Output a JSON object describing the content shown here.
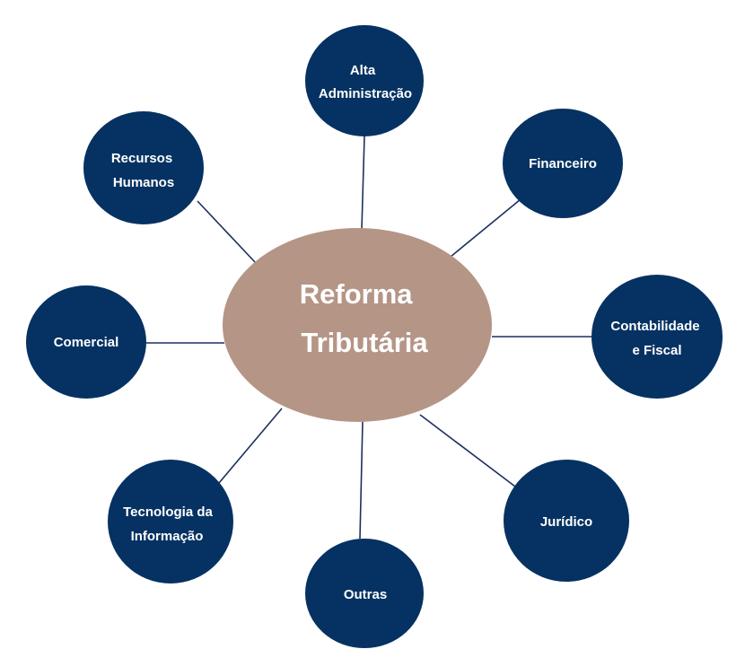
{
  "center": {
    "lines": [
      "Reforma",
      "Tributária"
    ]
  },
  "nodes": [
    {
      "id": "alta-administracao",
      "lines": [
        "Alta",
        "Administração"
      ]
    },
    {
      "id": "financeiro",
      "lines": [
        "Financeiro"
      ]
    },
    {
      "id": "contabilidade-fiscal",
      "lines": [
        "Contabilidade",
        "e Fiscal"
      ]
    },
    {
      "id": "juridico",
      "lines": [
        "Jurídico"
      ]
    },
    {
      "id": "outras",
      "lines": [
        "Outras"
      ]
    },
    {
      "id": "tecnologia-informacao",
      "lines": [
        "Tecnologia da",
        "Informação"
      ]
    },
    {
      "id": "comercial",
      "lines": [
        "Comercial"
      ]
    },
    {
      "id": "recursos-humanos",
      "lines": [
        "Recursos",
        "Humanos"
      ]
    }
  ],
  "colors": {
    "node": "#053262",
    "center": "#b59586",
    "link": "#1e2f5e",
    "text": "#ffffff"
  }
}
